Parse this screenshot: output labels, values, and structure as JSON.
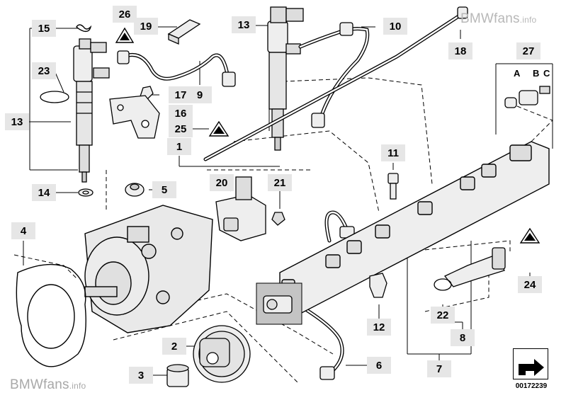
{
  "watermarks": {
    "top": "BMWfans",
    "top_suffix": ".info",
    "bottom": "BMWfans",
    "bottom_suffix": ".info"
  },
  "callouts": [
    "15",
    "26",
    "19",
    "13",
    "10",
    "18",
    "23",
    "17",
    "9",
    "27",
    "13",
    "16",
    "25",
    "14",
    "5",
    "1",
    "20",
    "21",
    "11",
    "4",
    "24",
    "2",
    "12",
    "22",
    "8",
    "3",
    "6",
    "7"
  ],
  "variant_letters": [
    "A",
    "B",
    "C"
  ],
  "document_number": "00172239",
  "colors": {
    "line": "#000000",
    "callout_bg": "#e6e6e6",
    "part_fill": "#eeeeee",
    "highlight": "#c4c4c4"
  }
}
